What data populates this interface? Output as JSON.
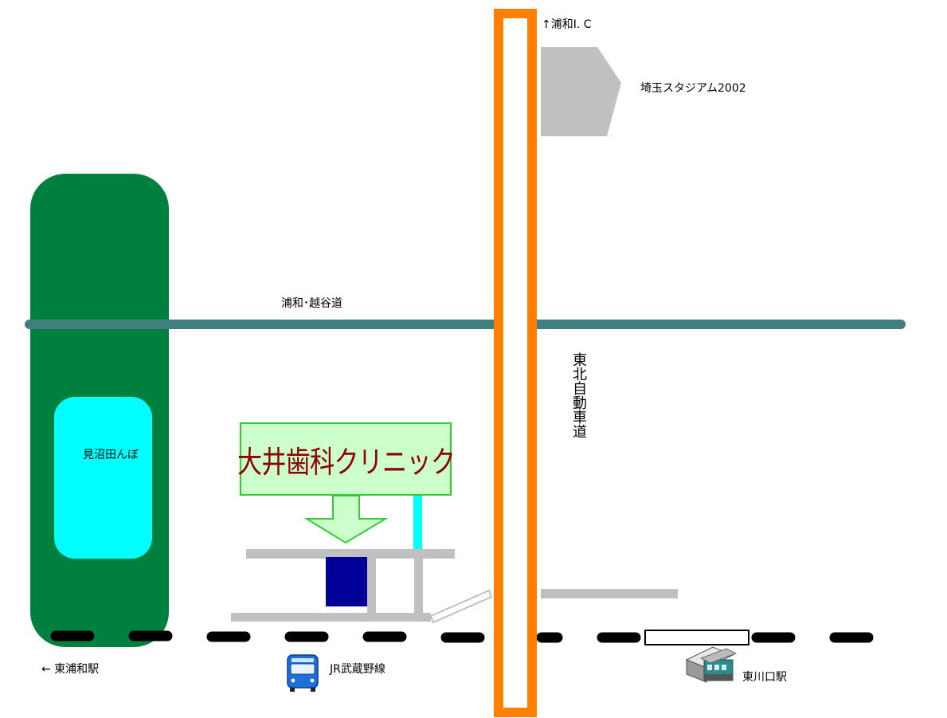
{
  "labels": {
    "ic": "↑浦和I. C",
    "stadium": "埼玉スタジアム2002",
    "road": "浦和･越谷道",
    "expressway": "東北自動車道",
    "paddy": "見沼田んぼ",
    "station_west": "←  東浦和駅",
    "railway": "JR武蔵野線",
    "station_east": "東川口駅"
  },
  "clinic": {
    "name": "大井歯科クリニック"
  },
  "icons": {
    "train": "train-icon",
    "station": "station-building-icon",
    "stadium": "stadium-arrow-icon"
  },
  "colors": {
    "expressway": "#ff8000",
    "road": "#3f7f7f",
    "green_area": "#00803f",
    "paddy_water": "#00ffff",
    "clinic_text": "#8b0000",
    "clinic_fill": "#ccffcc",
    "clinic_border": "#33cc33",
    "building": "#000099",
    "local_road": "#c0c0c0",
    "railway": "#000000"
  }
}
